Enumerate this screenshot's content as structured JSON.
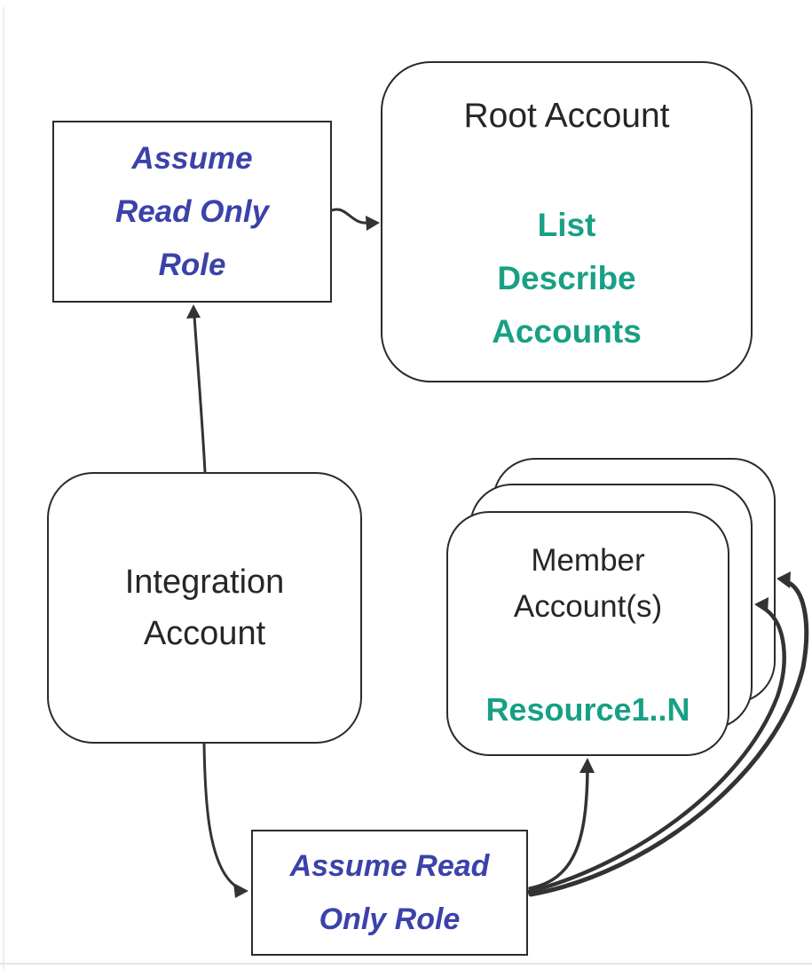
{
  "diagram": {
    "nodes": {
      "assume_top": {
        "label": "Assume\nRead Only\nRole"
      },
      "root": {
        "title": "Root Account",
        "actions": "List\nDescribe\nAccounts"
      },
      "integration": {
        "label": "Integration\nAccount"
      },
      "member": {
        "title": "Member\nAccount(s)",
        "resources": "Resource1..N",
        "stack_count": 3
      },
      "assume_bottom": {
        "label": "Assume Read\nOnly Role"
      }
    },
    "colors": {
      "role_text": "#3b42a9",
      "action_text": "#18a085",
      "node_text": "#262626",
      "border": "#2b2b2b",
      "arrow": "#333333"
    }
  }
}
